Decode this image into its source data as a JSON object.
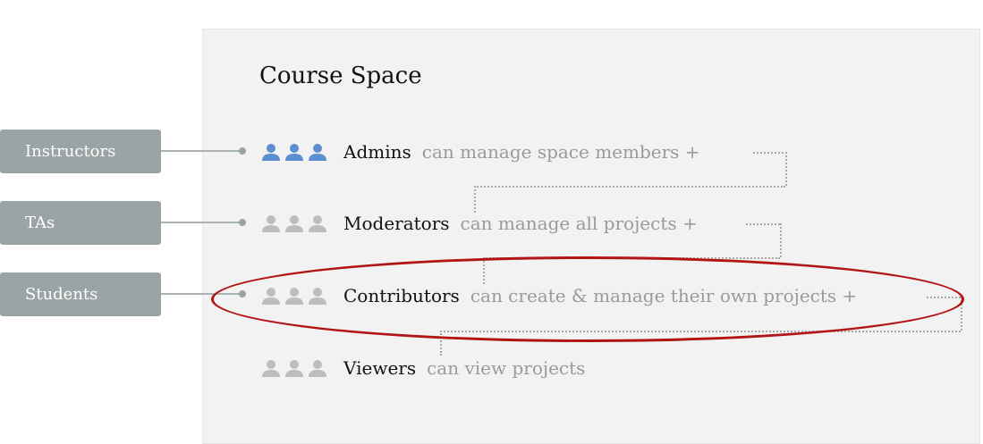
{
  "panel": {
    "title": "Course Space"
  },
  "tags": [
    {
      "label": "Instructors"
    },
    {
      "label": "TAs"
    },
    {
      "label": "Students"
    }
  ],
  "rows": [
    {
      "level": "Admins",
      "description": "can manage space members +",
      "icon": "user-group-icon",
      "icon_color": "#5b8fd1"
    },
    {
      "level": "Moderators",
      "description": "can manage all projects +",
      "icon": "user-group-icon",
      "icon_color": "#bdbdbd"
    },
    {
      "level": "Contributors",
      "description": "can create & manage their own projects +",
      "icon": "user-group-icon",
      "icon_color": "#bdbdbd"
    },
    {
      "level": "Viewers",
      "description": "can view projects",
      "icon": "user-group-icon",
      "icon_color": "#bdbdbd"
    }
  ],
  "highlight": {
    "color": "#b31515",
    "target": "Contributors"
  }
}
